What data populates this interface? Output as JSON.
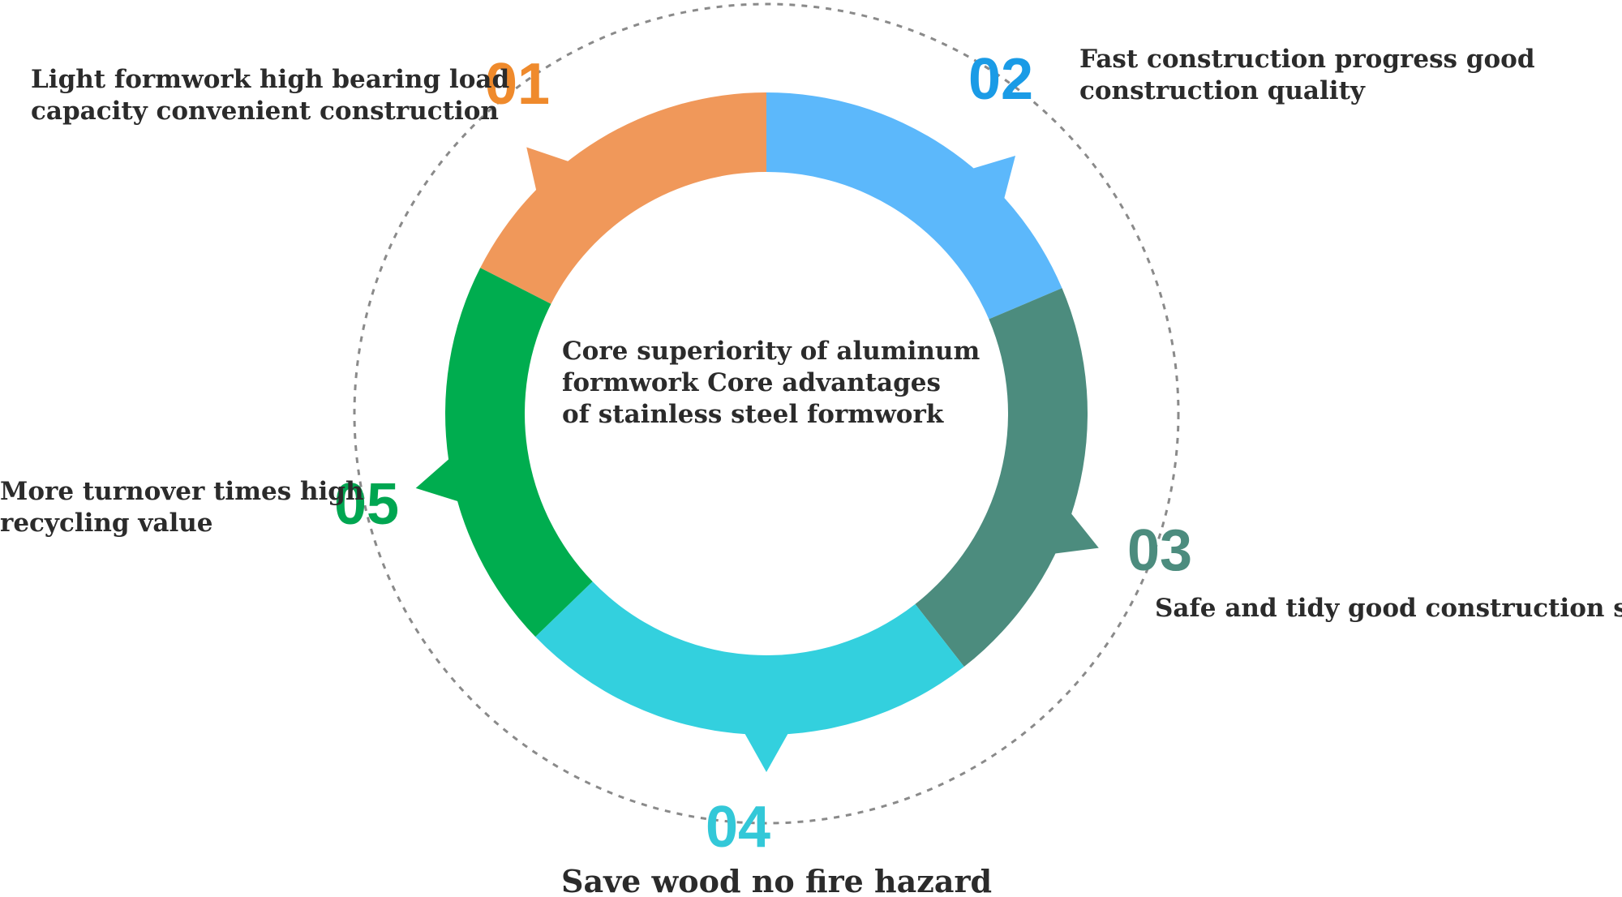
{
  "center": {
    "lines": [
      "Core superiority of aluminum",
      "formwork Core advantages",
      "of stainless steel formwork"
    ]
  },
  "items": [
    {
      "number": "01",
      "color": "#f0985a",
      "number_color": "#ef8a2c",
      "lines": [
        "Light formwork high bearing load",
        "capacity convenient construction"
      ]
    },
    {
      "number": "02",
      "color": "#5cb8fb",
      "number_color": "#1a9be6",
      "lines": [
        "Fast construction progress good",
        "construction quality"
      ]
    },
    {
      "number": "03",
      "color": "#4c8c7e",
      "number_color": "#4c8c7e",
      "lines": [
        "Safe and tidy good construction site"
      ]
    },
    {
      "number": "04",
      "color": "#33d0de",
      "number_color": "#33c8d8",
      "lines": [
        "Save wood no fire hazard"
      ]
    },
    {
      "number": "05",
      "color": "#00ad4f",
      "number_color": "#00a651",
      "lines": [
        "More turnover times high",
        "recycling value"
      ]
    }
  ],
  "colors": {
    "dashed_ring": "#8a8a8a",
    "text": "#2b2b2b"
  }
}
